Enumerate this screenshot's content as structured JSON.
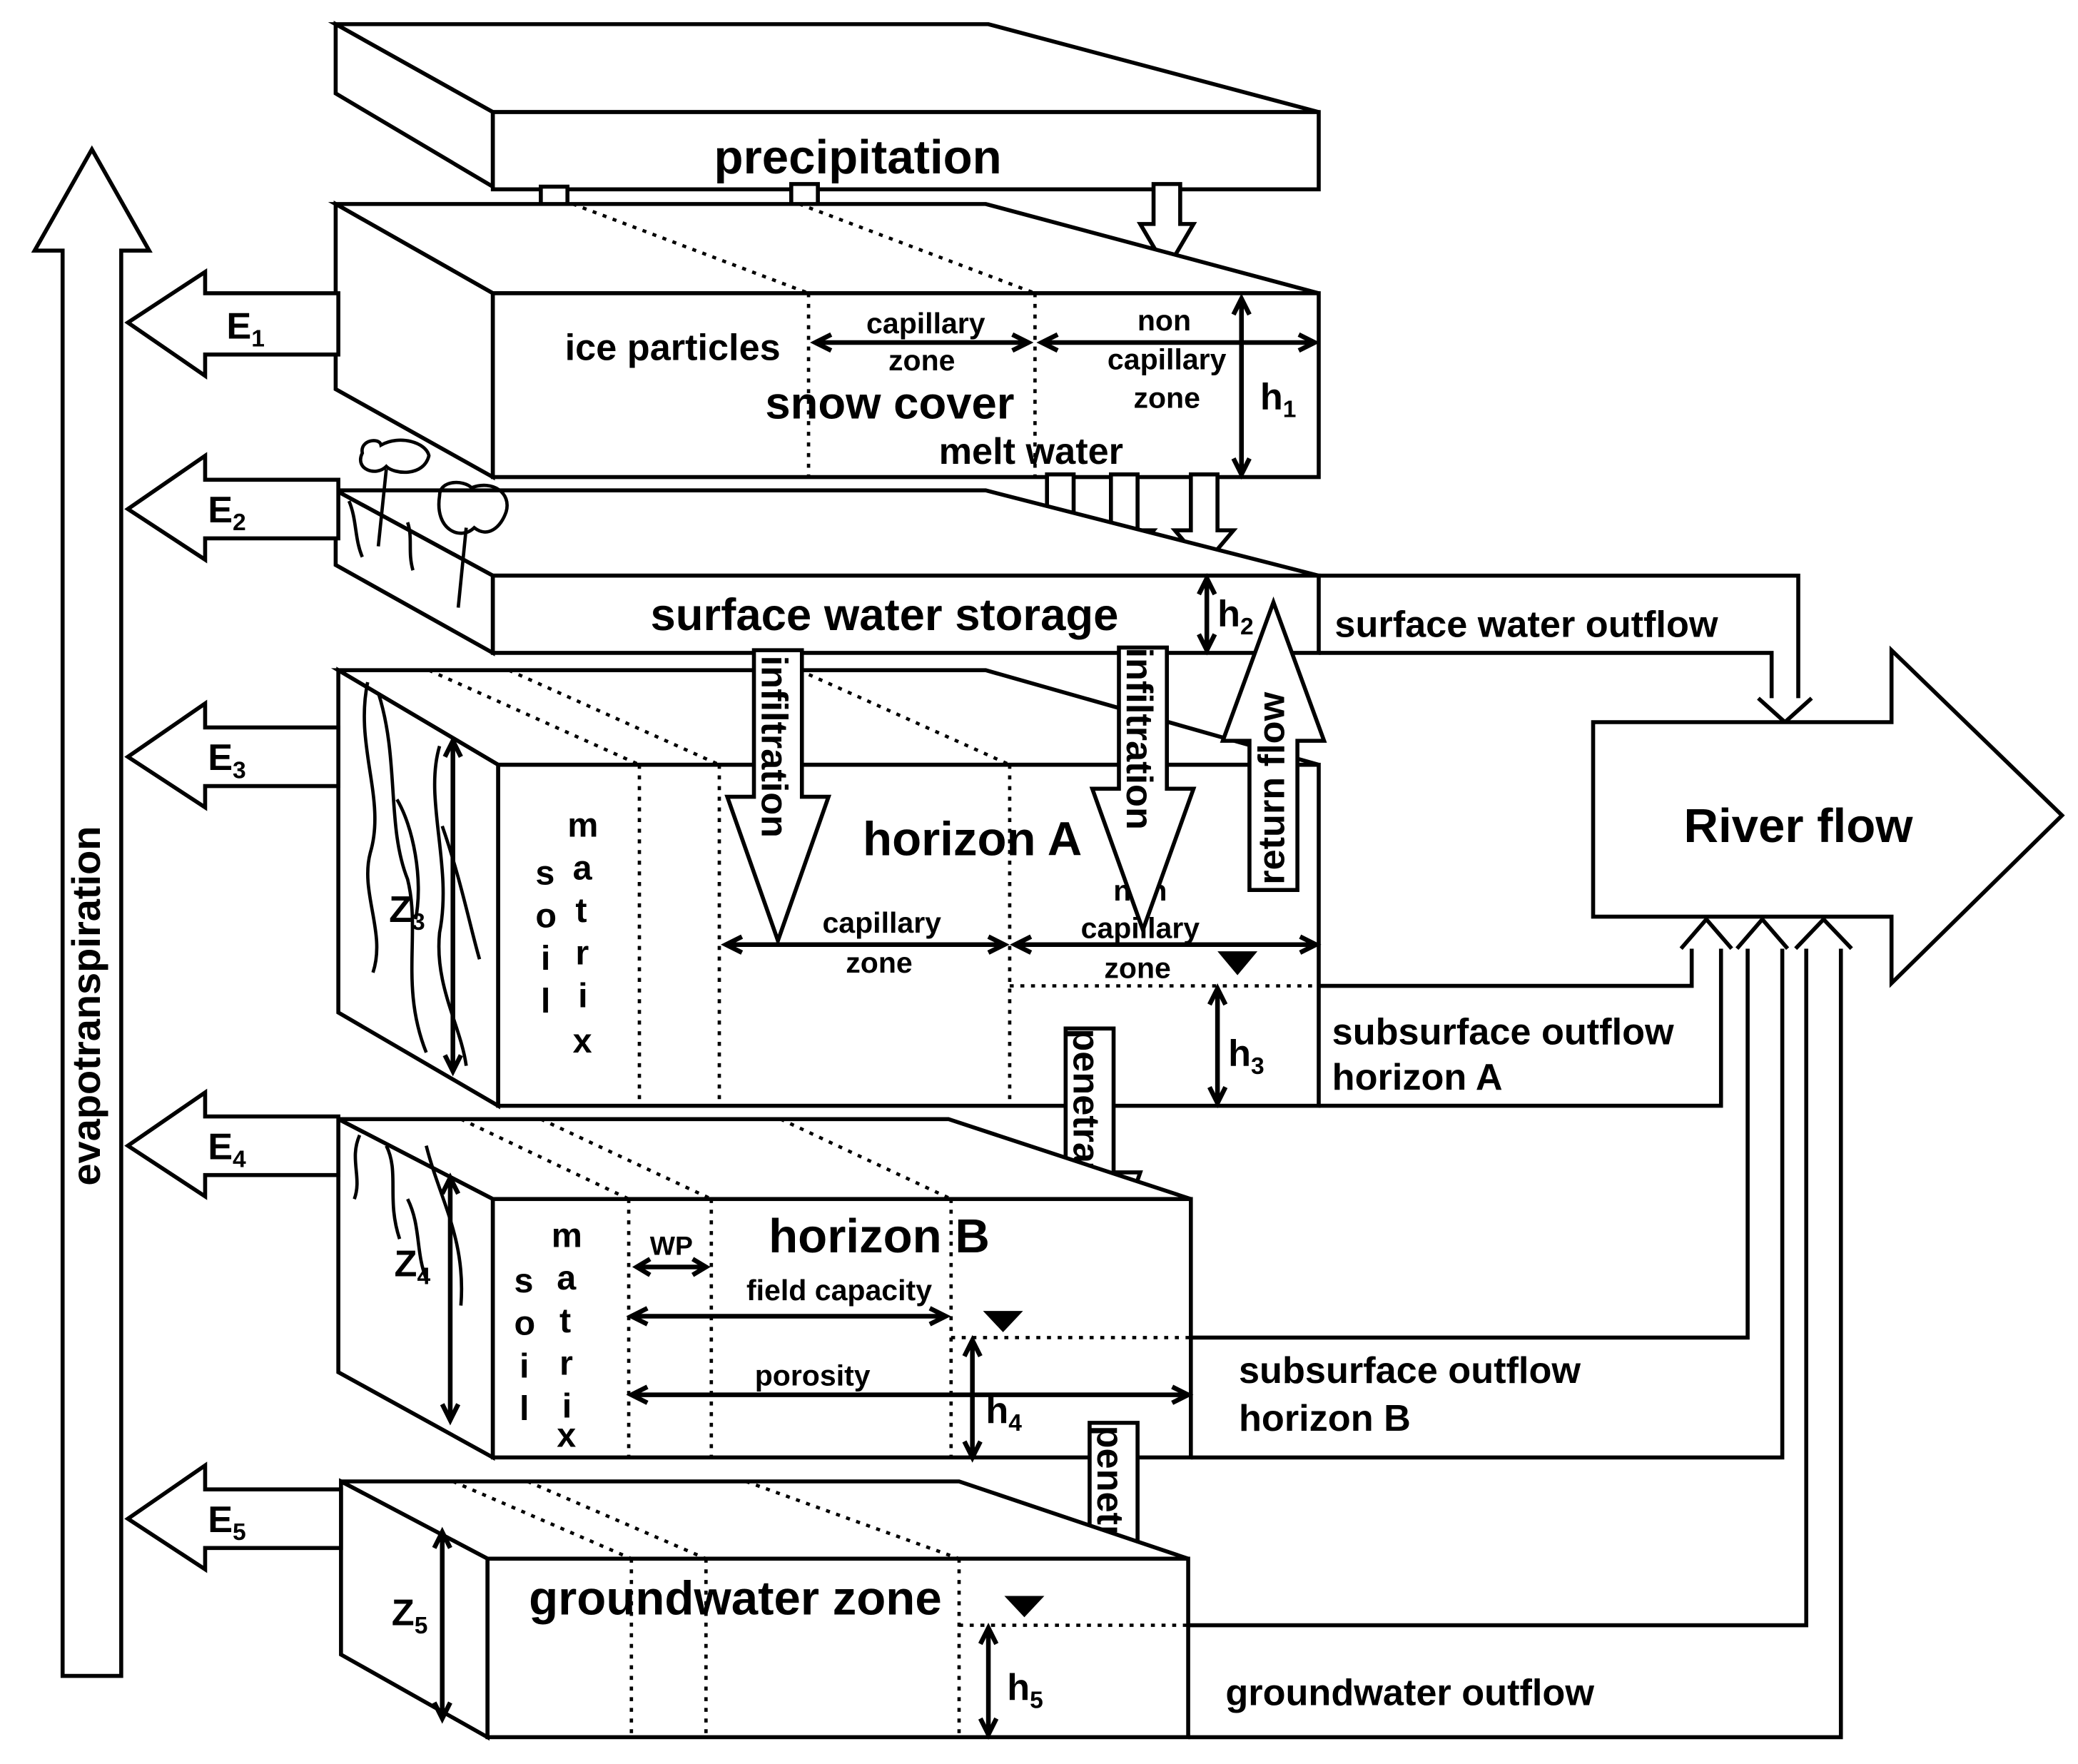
{
  "labels": {
    "precipitation": "precipitation",
    "evapotranspiration": "evapotranspiration",
    "river_flow": "River flow",
    "ice_particles": "ice particles",
    "snow_cover": "snow cover",
    "melt_water": "melt water",
    "capillary": "capillary",
    "zone": "zone",
    "non": "non",
    "surface_water_storage": "surface water storage",
    "surface_water_outflow": "surface water outflow",
    "infiltration": "infiltration",
    "return_flow": "return flow",
    "horizon_a": "horizon A",
    "horizon_b": "horizon B",
    "soil": "soil",
    "matrix": "matrix",
    "subsurface_outflow": "subsurface outflow",
    "horizon_a_short": "horizon A",
    "horizon_b_short": "horizon B",
    "penetration": "penetration",
    "wp": "WP",
    "field_capacity": "field capacity",
    "porosity": "porosity",
    "groundwater_zone": "groundwater zone",
    "groundwater_outflow": "groundwater outflow",
    "E": "E",
    "h": "h",
    "Z": "Z",
    "sub1": "1",
    "sub2": "2",
    "sub3": "3",
    "sub4": "4",
    "sub5": "5"
  }
}
